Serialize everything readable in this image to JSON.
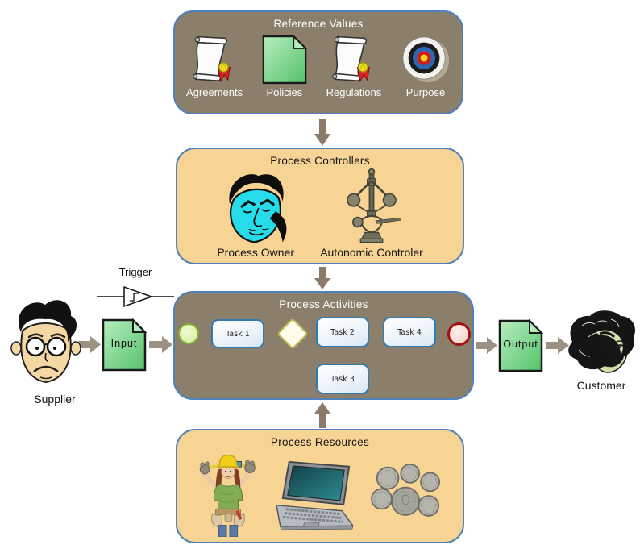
{
  "reference_values": {
    "title": "Reference Values",
    "items": [
      {
        "label": "Agreements",
        "icon": "scroll-seal-icon"
      },
      {
        "label": "Policies",
        "icon": "green-document-icon"
      },
      {
        "label": "Regulations",
        "icon": "scroll-seal-icon"
      },
      {
        "label": "Purpose",
        "icon": "target-icon"
      }
    ]
  },
  "process_controllers": {
    "title": "Process Controllers",
    "items": [
      {
        "label": "Process Owner",
        "icon": "person-face-icon"
      },
      {
        "label": "Autonomic Controler",
        "icon": "centrifugal-governor-icon"
      }
    ]
  },
  "process_activities": {
    "title": "Process Activities",
    "tasks": [
      {
        "label": "Task 1"
      },
      {
        "label": "Task 2"
      },
      {
        "label": "Task 3"
      },
      {
        "label": "Task 4"
      }
    ],
    "flow_edges": [
      [
        "start-event",
        "Task 1"
      ],
      [
        "Task 1",
        "gateway"
      ],
      [
        "gateway",
        "Task 2"
      ],
      [
        "Task 2",
        "Task 4"
      ],
      [
        "Task 4",
        "end-event"
      ],
      [
        "gateway",
        "Task 3"
      ],
      [
        "Task 3",
        "end-event"
      ]
    ]
  },
  "process_resources": {
    "title": "Process Resources",
    "icons": [
      "construction-worker-icon",
      "laptop-icon",
      "coins-icon"
    ]
  },
  "io": {
    "supplier_label": "Supplier",
    "input_label": "Input",
    "output_label": "Output",
    "customer_label": "Customer",
    "trigger_label": "Trigger"
  },
  "connections": [
    "Supplier → Input",
    "Input → Process Activities",
    "Trigger → Process Activities",
    "Reference Values → Process Controllers",
    "Process Controllers → Process Activities",
    "Process Resources → Process Activities",
    "Process Activities → Output",
    "Output → Customer"
  ],
  "colors": {
    "box_brown": "#8B7E6B",
    "box_peach": "#F8D494",
    "box_border_blue": "#4F81BD",
    "task_border": "#2F7CB5",
    "vertical_arrow": "#8A7A66",
    "io_arrow": "#9D9183",
    "start_event_border": "#86AC35",
    "end_event_border": "#A31212",
    "gateway_border": "#B9B94E",
    "document_green": "#57C36B"
  }
}
